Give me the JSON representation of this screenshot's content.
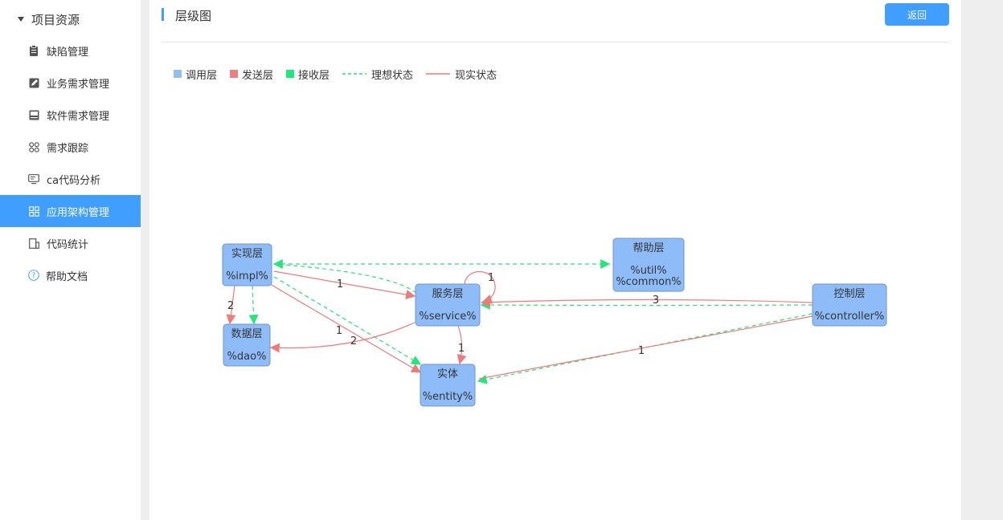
{
  "sidebar": {
    "group_title": "项目资源",
    "items": [
      {
        "label": "缺陷管理",
        "icon": "clipboard-icon"
      },
      {
        "label": "业务需求管理",
        "icon": "edit-icon"
      },
      {
        "label": "软件需求管理",
        "icon": "book-icon"
      },
      {
        "label": "需求跟踪",
        "icon": "nodes-icon"
      },
      {
        "label": "ca代码分析",
        "icon": "monitor-icon"
      },
      {
        "label": "应用架构管理",
        "icon": "grid-icon",
        "active": true
      },
      {
        "label": "代码统计",
        "icon": "document-icon"
      },
      {
        "label": "帮助文档",
        "icon": "question-icon"
      }
    ]
  },
  "header": {
    "title": "层级图",
    "back_label": "返回"
  },
  "legend": {
    "call_layer": "调用层",
    "send_layer": "发送层",
    "receive_layer": "接收层",
    "ideal_state": "理想状态",
    "actual_state": "现实状态"
  },
  "colors": {
    "accent": "#409eff",
    "node_fill": "#8ebcf9",
    "node_stroke": "#6f95c9",
    "call_layer": "#91bff5",
    "send_layer": "#ee7f7f",
    "receive_layer": "#21e87b",
    "ideal_edge": "#27e07c",
    "actual_edge": "#ee7a7a"
  },
  "graph": {
    "nodes": [
      {
        "id": "impl",
        "name": "实现层",
        "pattern": "%impl%"
      },
      {
        "id": "util",
        "name": "帮助层",
        "pattern": "%util%\n%common%"
      },
      {
        "id": "service",
        "name": "服务层",
        "pattern": "%service%"
      },
      {
        "id": "controller",
        "name": "控制层",
        "pattern": "%controller%"
      },
      {
        "id": "dao",
        "name": "数据层",
        "pattern": "%dao%"
      },
      {
        "id": "entity",
        "name": "实体",
        "pattern": "%entity%"
      }
    ],
    "edge_labels": {
      "impl_service": "1",
      "service_self": "1",
      "controller_service": "3",
      "impl_dao": "2",
      "impl_entity": "1",
      "service_dao": "2",
      "service_entity": "1",
      "controller_entity": "1"
    }
  }
}
